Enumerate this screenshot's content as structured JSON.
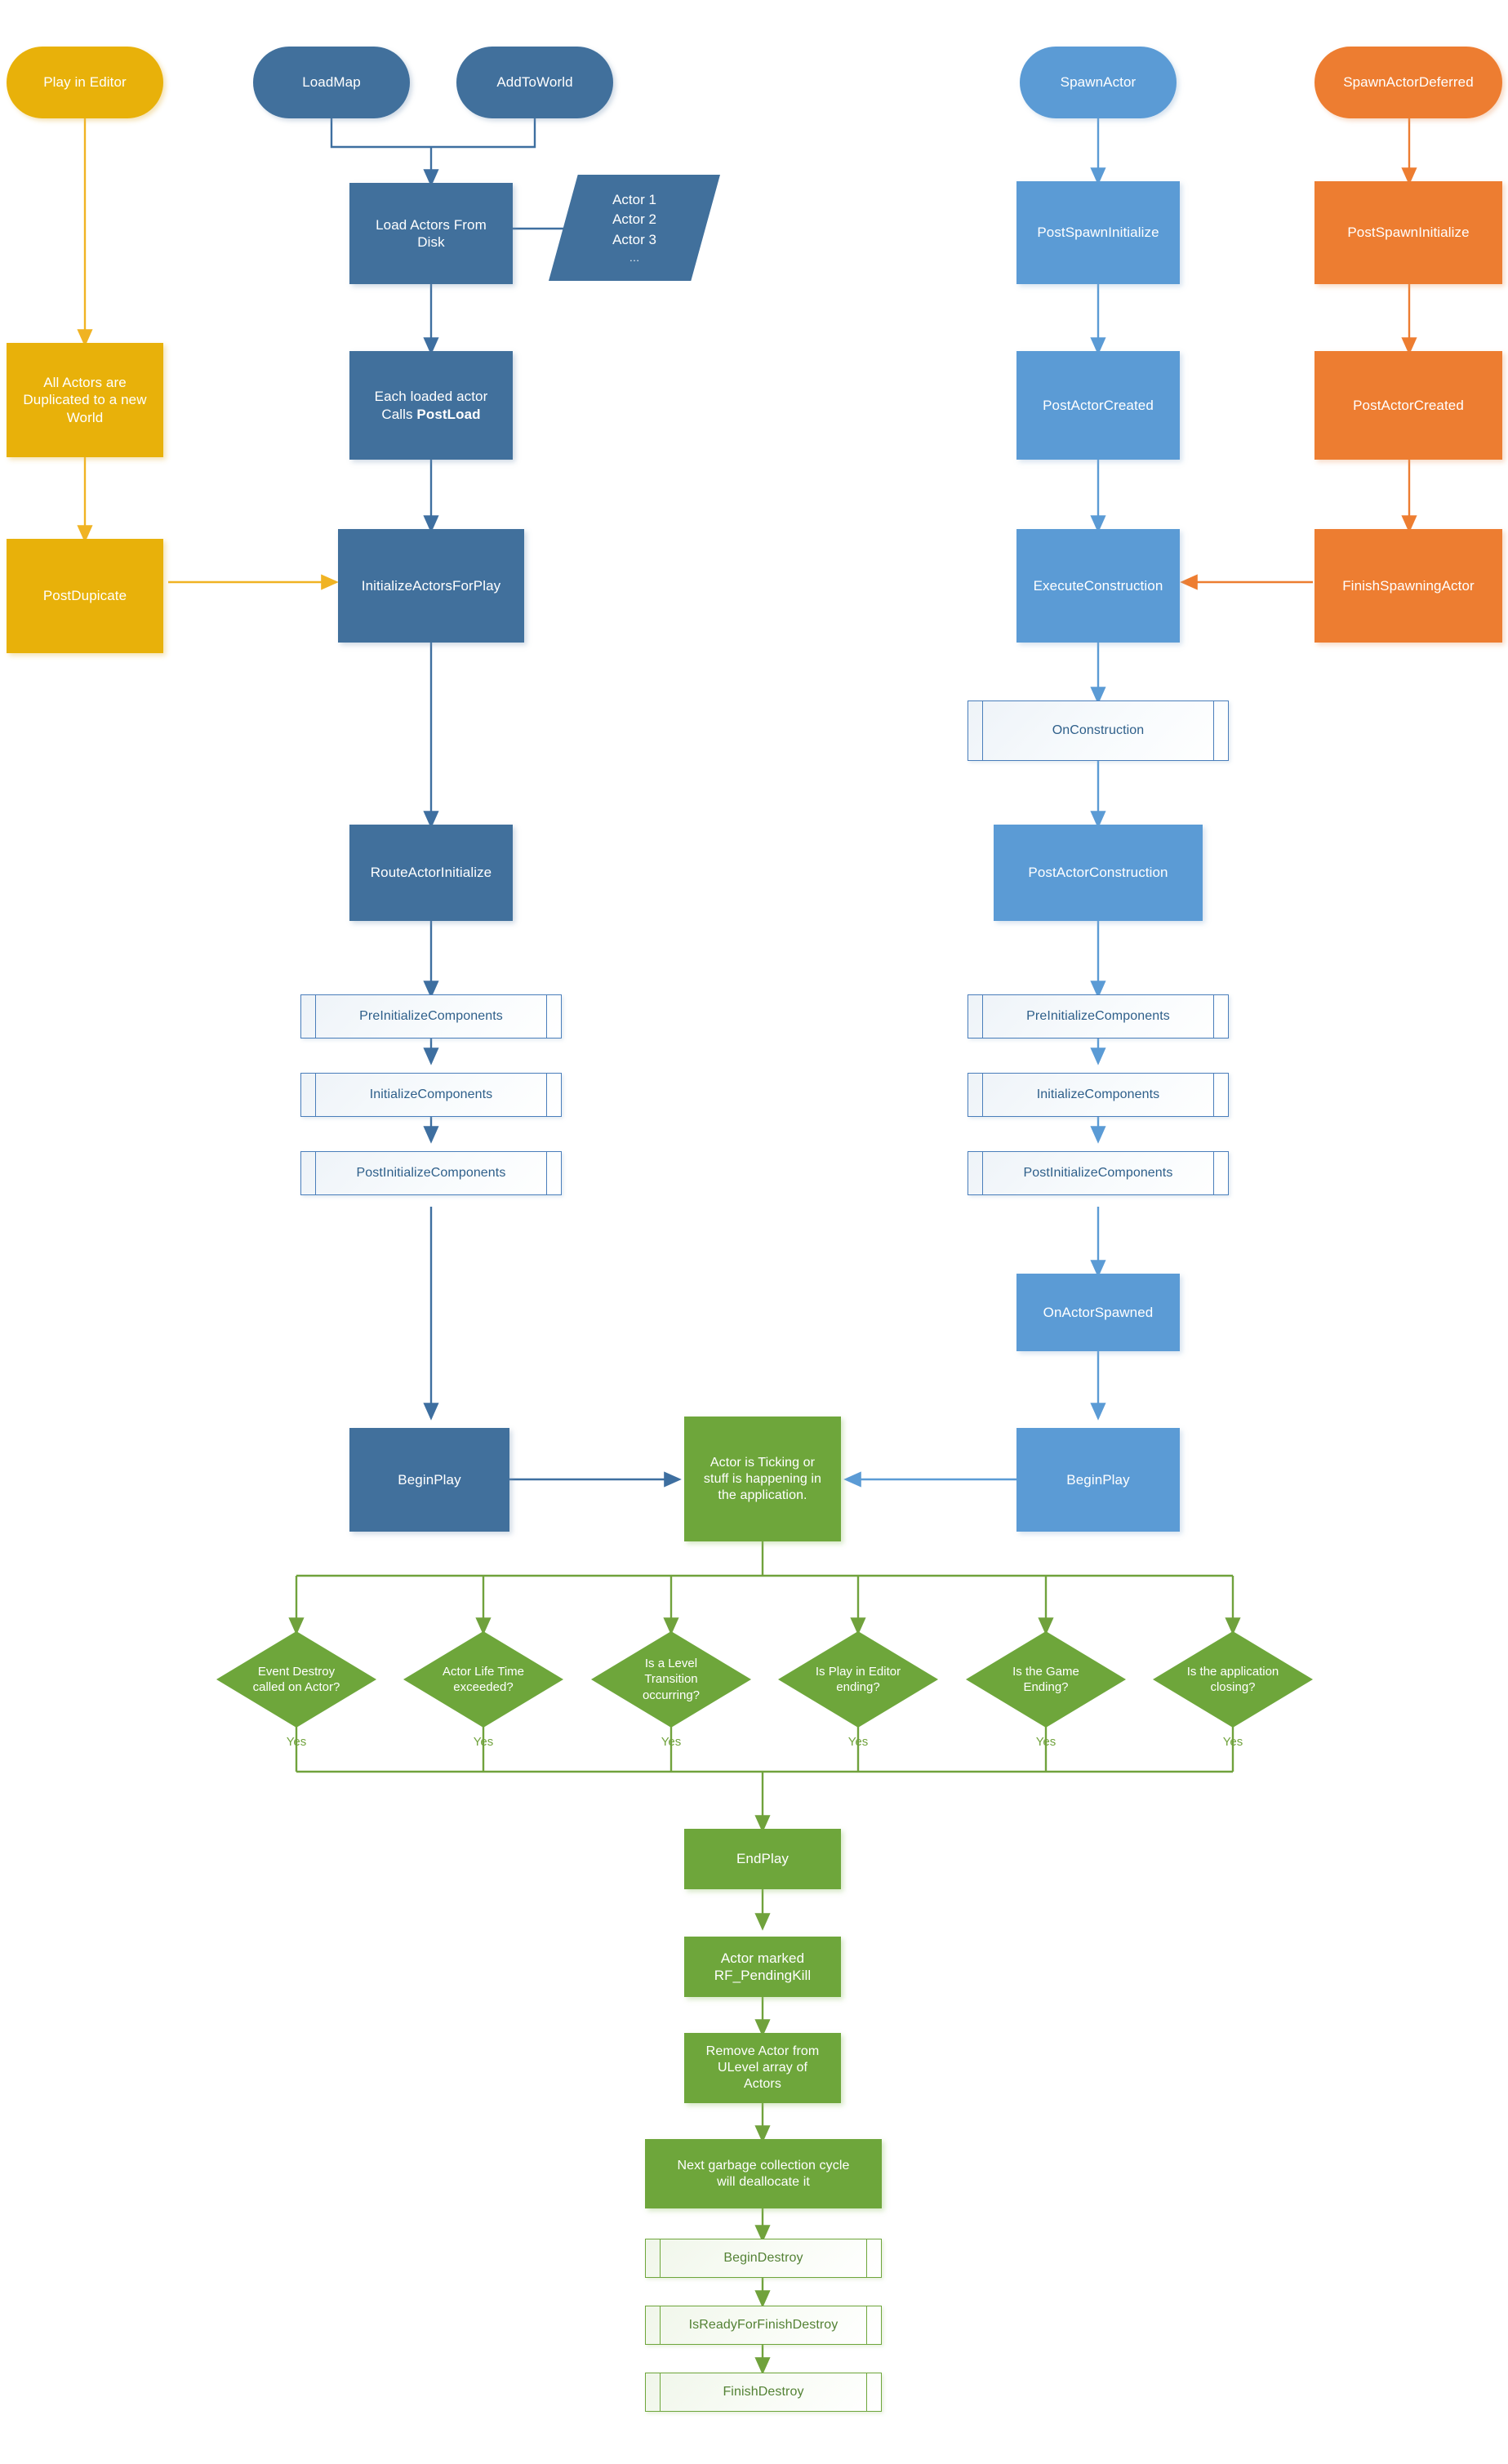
{
  "diagram": {
    "title": "Unreal Engine Actor Lifecycle Flowchart",
    "colors": {
      "dark_blue": "#41709C",
      "light_blue": "#5B9BD5",
      "yellow": "#E8B10A",
      "orange": "#ED7D31",
      "green": "#6EA63B",
      "subroutine_fill": "#F2F7FB",
      "background": "#FFFFFF"
    },
    "lanes": {
      "play_in_editor": {
        "color": "#E8B10A",
        "nodes": [
          {
            "id": "play-in-editor",
            "label": "Play in Editor",
            "shape": "terminator"
          },
          {
            "id": "all-actors-duplicated",
            "label": "All Actors are Duplicated to a new World",
            "shape": "process"
          },
          {
            "id": "postduplicate",
            "label": "PostDupicate",
            "shape": "process"
          }
        ]
      },
      "load_map": {
        "color": "#41709C",
        "nodes": [
          {
            "id": "loadmap",
            "label": "LoadMap",
            "shape": "terminator"
          },
          {
            "id": "addtoworld",
            "label": "AddToWorld",
            "shape": "terminator"
          },
          {
            "id": "load-actors-from-disk",
            "label": "Load Actors From Disk",
            "shape": "process"
          },
          {
            "id": "actor-list",
            "label": "Actor 1\nActor 2\nActor 3\n…",
            "shape": "data",
            "lines": [
              "Actor 1",
              "Actor 2",
              "Actor 3",
              "…"
            ]
          },
          {
            "id": "each-loaded-actor",
            "label_parts": [
              "Each loaded actor",
              "Calls ",
              "PostLoad"
            ],
            "shape": "process"
          },
          {
            "id": "initializeactorsforplay",
            "label": "InitializeActorsForPlay",
            "shape": "process"
          },
          {
            "id": "routeactorinitialize",
            "label": "RouteActorInitialize",
            "shape": "process"
          },
          {
            "id": "preinitializecomponents-left",
            "label": "PreInitializeComponents",
            "shape": "subroutine"
          },
          {
            "id": "initializecomponents-left",
            "label": "InitializeComponents",
            "shape": "subroutine"
          },
          {
            "id": "postinitializecomponents-left",
            "label": "PostInitializeComponents",
            "shape": "subroutine"
          },
          {
            "id": "beginplay-left",
            "label": "BeginPlay",
            "shape": "process"
          }
        ]
      },
      "spawn_actor": {
        "color": "#5B9BD5",
        "nodes": [
          {
            "id": "spawnactor",
            "label": "SpawnActor",
            "shape": "terminator"
          },
          {
            "id": "postspawninitialize",
            "label": "PostSpawnInitialize",
            "shape": "process"
          },
          {
            "id": "postactorcreated",
            "label": "PostActorCreated",
            "shape": "process"
          },
          {
            "id": "executeconstruction",
            "label": "ExecuteConstruction",
            "shape": "process"
          },
          {
            "id": "onconstruction",
            "label": "OnConstruction",
            "shape": "subroutine"
          },
          {
            "id": "postactorconstruction",
            "label": "PostActorConstruction",
            "shape": "process"
          },
          {
            "id": "preinitializecomponents-right",
            "label": "PreInitializeComponents",
            "shape": "subroutine"
          },
          {
            "id": "initializecomponents-right",
            "label": "InitializeComponents",
            "shape": "subroutine"
          },
          {
            "id": "postinitializecomponents-right",
            "label": "PostInitializeComponents",
            "shape": "subroutine"
          },
          {
            "id": "onactorspawned",
            "label": "OnActorSpawned",
            "shape": "process"
          },
          {
            "id": "beginplay-right",
            "label": "BeginPlay",
            "shape": "process"
          }
        ]
      },
      "spawn_actor_deferred": {
        "color": "#ED7D31",
        "nodes": [
          {
            "id": "spawnactordeferred",
            "label": "SpawnActorDeferred",
            "shape": "terminator"
          },
          {
            "id": "postspawninitialize-deferred",
            "label": "PostSpawnInitialize",
            "shape": "process"
          },
          {
            "id": "postactorcreated-deferred",
            "label": "PostActorCreated",
            "shape": "process"
          },
          {
            "id": "finishspawningactor",
            "label": "FinishSpawningActor",
            "shape": "process"
          }
        ]
      },
      "runtime_and_destroy": {
        "color": "#6EA63B",
        "nodes": [
          {
            "id": "actor-is-ticking",
            "label": "Actor is Ticking or stuff is happening in the application.",
            "shape": "process"
          },
          {
            "id": "endplay",
            "label": "EndPlay",
            "shape": "process"
          },
          {
            "id": "actor-marked-pendingkill",
            "label": "Actor marked RF_PendingKill",
            "shape": "process"
          },
          {
            "id": "remove-actor-from-ulevel",
            "label": "Remove Actor from ULevel array of Actors",
            "shape": "process"
          },
          {
            "id": "next-gc-cycle",
            "label": "Next garbage collection cycle will deallocate it",
            "shape": "process"
          },
          {
            "id": "begindestroy",
            "label": "BeginDestroy",
            "shape": "subroutine"
          },
          {
            "id": "isreadyforfinishdestroy",
            "label": "IsReadyForFinishDestroy",
            "shape": "subroutine"
          },
          {
            "id": "finishdestroy",
            "label": "FinishDestroy",
            "shape": "subroutine"
          }
        ],
        "decisions": [
          {
            "id": "decision-event-destroy",
            "label": "Event Destroy called on Actor?",
            "yes_label": "Yes"
          },
          {
            "id": "decision-lifetime",
            "label": "Actor Life Time exceeded?",
            "yes_label": "Yes"
          },
          {
            "id": "decision-level-transition",
            "label": "Is a Level Transition occurring?",
            "yes_label": "Yes"
          },
          {
            "id": "decision-pie-ending",
            "label": "Is Play in Editor ending?",
            "yes_label": "Yes"
          },
          {
            "id": "decision-game-ending",
            "label": "Is the Game Ending?",
            "yes_label": "Yes"
          },
          {
            "id": "decision-app-closing",
            "label": "Is the application closing?",
            "yes_label": "Yes"
          }
        ]
      }
    },
    "nodes": {
      "play_in_editor": "Play in Editor",
      "all_actors_duplicated_l1": "All Actors are",
      "all_actors_duplicated_l2": "Duplicated to a new",
      "all_actors_duplicated_l3": "World",
      "postduplicate": "PostDupicate",
      "loadmap": "LoadMap",
      "addtoworld": "AddToWorld",
      "load_actors_l1": "Load Actors From",
      "load_actors_l2": "Disk",
      "actor_1": "Actor 1",
      "actor_2": "Actor 2",
      "actor_3": "Actor 3",
      "actor_ellipsis": "…",
      "each_loaded_actor_l1": "Each loaded actor",
      "each_loaded_actor_l2": "Calls ",
      "each_loaded_actor_bold": "PostLoad",
      "initializeactorsforplay": "InitializeActorsForPlay",
      "routeactorinitialize": "RouteActorInitialize",
      "preinitializecomponents": "PreInitializeComponents",
      "initializecomponents": "InitializeComponents",
      "postinitializecomponents": "PostInitializeComponents",
      "beginplay": "BeginPlay",
      "spawnactor": "SpawnActor",
      "postspawninitialize": "PostSpawnInitialize",
      "postactorcreated": "PostActorCreated",
      "executeconstruction": "ExecuteConstruction",
      "onconstruction": "OnConstruction",
      "postactorconstruction": "PostActorConstruction",
      "onactorspawned": "OnActorSpawned",
      "spawnactordeferred": "SpawnActorDeferred",
      "finishspawningactor": "FinishSpawningActor",
      "ticking_l1": "Actor is Ticking or",
      "ticking_l2": "stuff is happening in",
      "ticking_l3": "the application.",
      "d1_l1": "Event Destroy",
      "d1_l2": "called on Actor?",
      "d2_l1": "Actor Life Time",
      "d2_l2": "exceeded?",
      "d3_l1": "Is a Level",
      "d3_l2": "Transition",
      "d3_l3": "occurring?",
      "d4_l1": "Is Play in Editor",
      "d4_l2": "ending?",
      "d5_l1": "Is the Game",
      "d5_l2": "Ending?",
      "d6_l1": "Is the application",
      "d6_l2": "closing?",
      "yes": "Yes",
      "endplay": "EndPlay",
      "actor_marked_l1": "Actor marked",
      "actor_marked_l2": "RF_PendingKill",
      "remove_actor_l1": "Remove Actor from",
      "remove_actor_l2": "ULevel array of",
      "remove_actor_l3": "Actors",
      "next_gc_l1": "Next garbage collection cycle",
      "next_gc_l2": "will deallocate it",
      "begindestroy": "BeginDestroy",
      "isreadyforfinishdestroy": "IsReadyForFinishDestroy",
      "finishdestroy": "FinishDestroy"
    }
  }
}
